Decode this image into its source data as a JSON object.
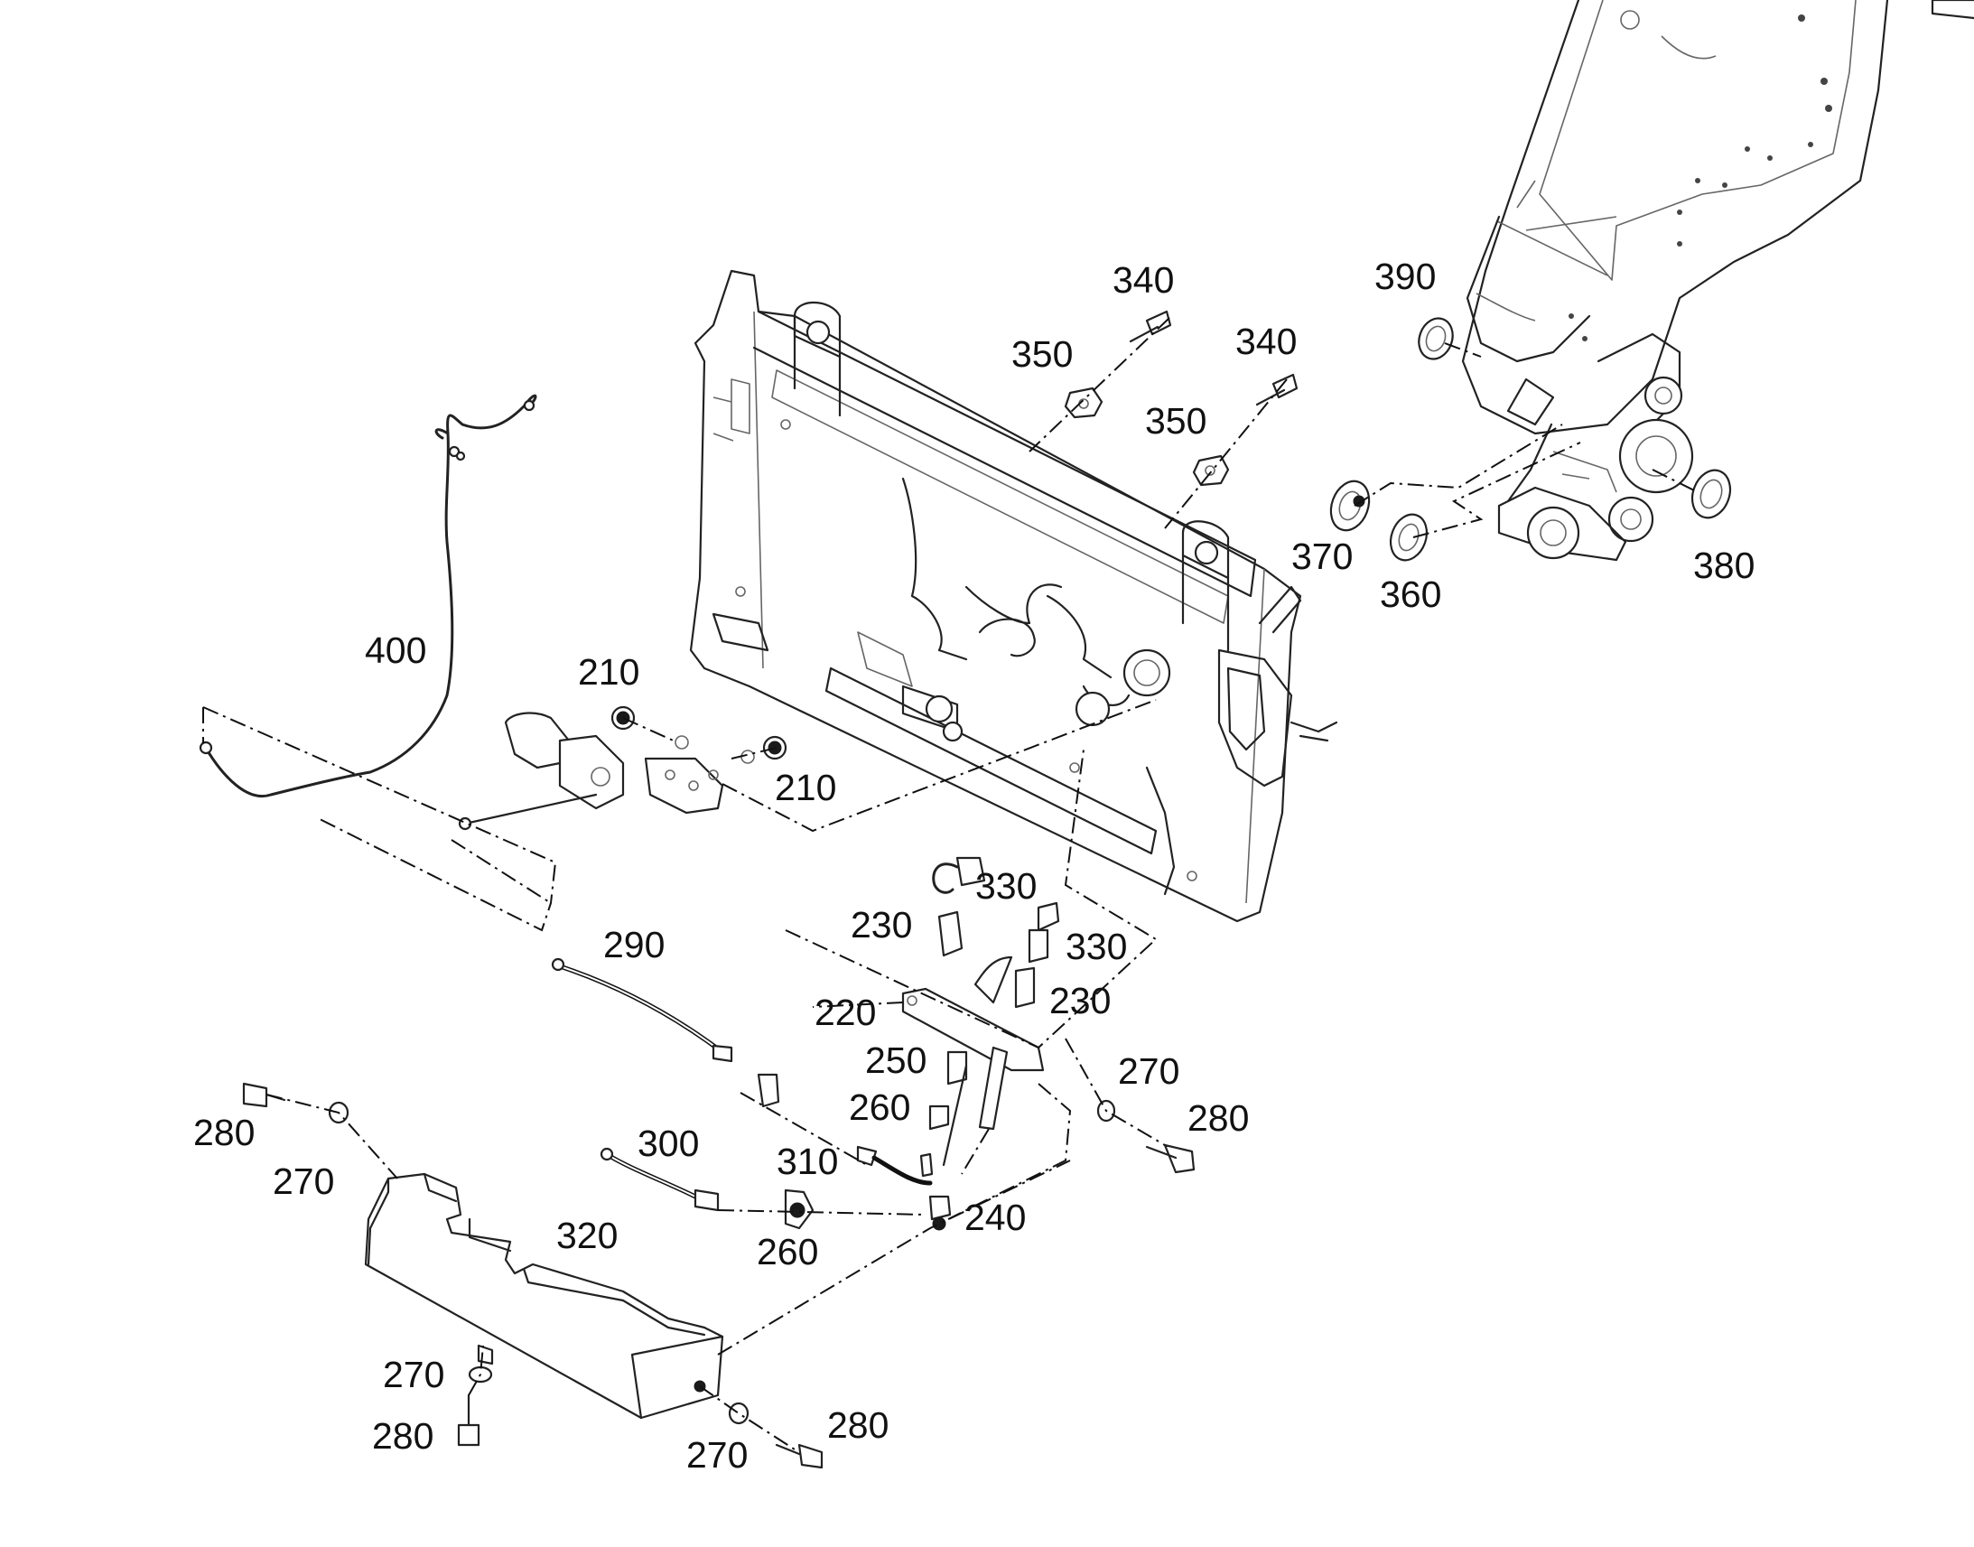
{
  "callouts": [
    {
      "id": "c340a",
      "text": "340"
    },
    {
      "id": "c340b",
      "text": "340"
    },
    {
      "id": "c350a",
      "text": "350"
    },
    {
      "id": "c350b",
      "text": "350"
    },
    {
      "id": "c390",
      "text": "390"
    },
    {
      "id": "c370",
      "text": "370"
    },
    {
      "id": "c360",
      "text": "360"
    },
    {
      "id": "c380",
      "text": "380"
    },
    {
      "id": "c400",
      "text": "400"
    },
    {
      "id": "c210a",
      "text": "210"
    },
    {
      "id": "c210b",
      "text": "210"
    },
    {
      "id": "c330a",
      "text": "330"
    },
    {
      "id": "c330b",
      "text": "330"
    },
    {
      "id": "c230a",
      "text": "230"
    },
    {
      "id": "c230b",
      "text": "230"
    },
    {
      "id": "c290",
      "text": "290"
    },
    {
      "id": "c220",
      "text": "220"
    },
    {
      "id": "c250",
      "text": "250"
    },
    {
      "id": "c260a",
      "text": "260"
    },
    {
      "id": "c270a",
      "text": "270"
    },
    {
      "id": "c280a",
      "text": "280"
    },
    {
      "id": "c280b",
      "text": "280"
    },
    {
      "id": "c270b",
      "text": "270"
    },
    {
      "id": "c300",
      "text": "300"
    },
    {
      "id": "c310",
      "text": "310"
    },
    {
      "id": "c240",
      "text": "240"
    },
    {
      "id": "c260b",
      "text": "260"
    },
    {
      "id": "c320",
      "text": "320"
    },
    {
      "id": "c270c",
      "text": "270"
    },
    {
      "id": "c280c",
      "text": "280"
    },
    {
      "id": "c270d",
      "text": "270"
    },
    {
      "id": "c280d",
      "text": "280"
    }
  ]
}
